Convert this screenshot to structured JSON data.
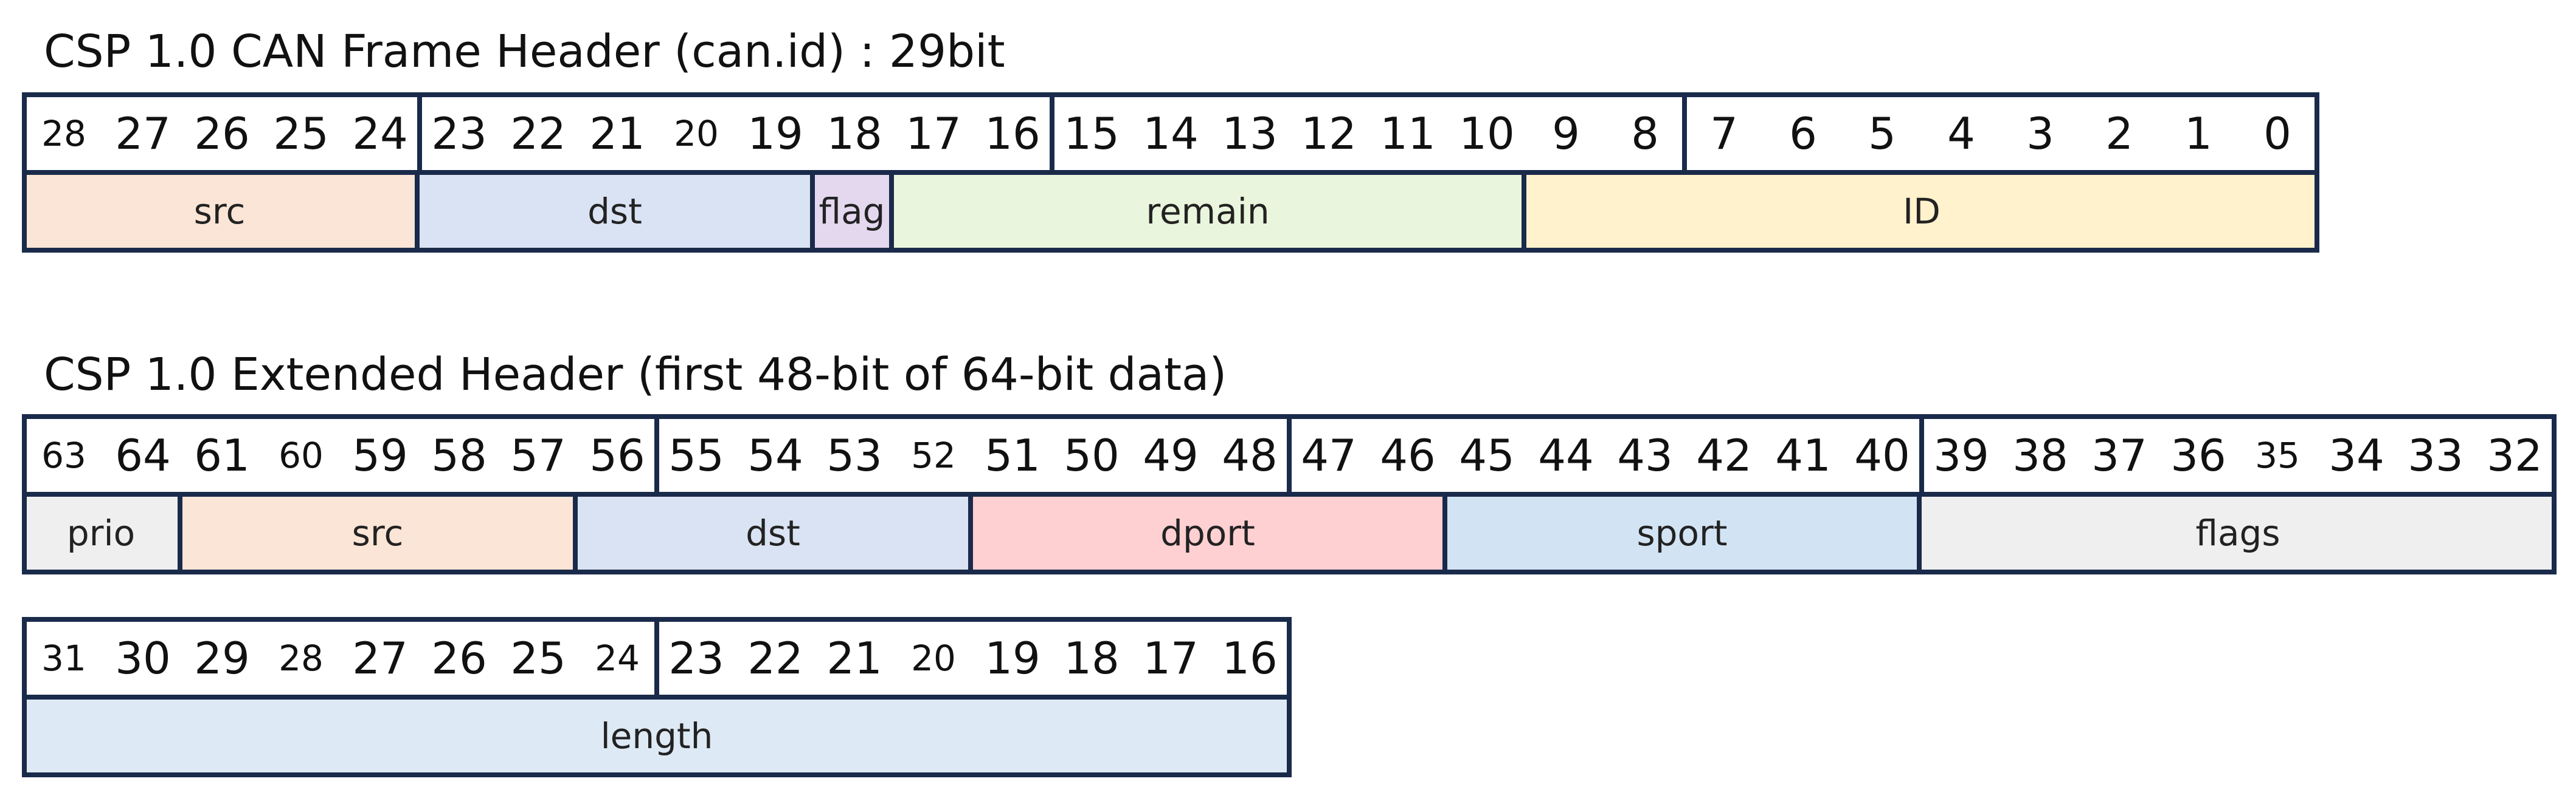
{
  "registers": [
    {
      "title": "CSP 1.0 CAN Frame Header (can.id) : 29bit",
      "rows": [
        {
          "bits": [
            "28",
            "27",
            "26",
            "25",
            "24",
            "23",
            "22",
            "21",
            "20",
            "19",
            "18",
            "17",
            "16",
            "15",
            "14",
            "13",
            "12",
            "11",
            "10",
            "9",
            "8",
            "7",
            "6",
            "5",
            "4",
            "3",
            "2",
            "1",
            "0"
          ],
          "small_bits": [
            "28",
            "20"
          ],
          "byte_groups": [
            5,
            8,
            8,
            8
          ],
          "fields": [
            {
              "name": "src",
              "bits": 5,
              "color": "#fbe5d6"
            },
            {
              "name": "dst",
              "bits": 5,
              "color": "#dae3f3"
            },
            {
              "name": "flag",
              "bits": 1,
              "color": "#e4d8ef"
            },
            {
              "name": "remain",
              "bits": 8,
              "color": "#e9f5dc"
            },
            {
              "name": "ID",
              "bits": 10,
              "color": "#fff2cc"
            }
          ]
        }
      ]
    },
    {
      "title": "CSP 1.0 Extended Header (first 48-bit of 64-bit data)",
      "rows": [
        {
          "bits": [
            "63",
            "64",
            "61",
            "60",
            "59",
            "58",
            "57",
            "56",
            "55",
            "54",
            "53",
            "52",
            "51",
            "50",
            "49",
            "48",
            "47",
            "46",
            "45",
            "44",
            "43",
            "42",
            "41",
            "40",
            "39",
            "38",
            "37",
            "36",
            "35",
            "34",
            "33",
            "32"
          ],
          "small_bits": [
            "63",
            "60",
            "52",
            "35"
          ],
          "byte_groups": [
            8,
            8,
            8,
            8
          ],
          "fields": [
            {
              "name": "prio",
              "bits": 2,
              "color": "#efefef"
            },
            {
              "name": "src",
              "bits": 5,
              "color": "#fbe5d6"
            },
            {
              "name": "dst",
              "bits": 5,
              "color": "#dae3f3"
            },
            {
              "name": "dport",
              "bits": 6,
              "color": "#ffd0d2"
            },
            {
              "name": "sport",
              "bits": 6,
              "color": "#d2e4f4"
            },
            {
              "name": "flags",
              "bits": 8,
              "color": "#efefef"
            }
          ]
        },
        {
          "bits": [
            "31",
            "30",
            "29",
            "28",
            "27",
            "26",
            "25",
            "24",
            "23",
            "22",
            "21",
            "20",
            "19",
            "18",
            "17",
            "16"
          ],
          "small_bits": [
            "31",
            "28",
            "24",
            "20"
          ],
          "byte_groups": [
            8,
            8
          ],
          "fields": [
            {
              "name": "length",
              "bits": 16,
              "color": "#dde9f4"
            }
          ]
        }
      ]
    }
  ]
}
